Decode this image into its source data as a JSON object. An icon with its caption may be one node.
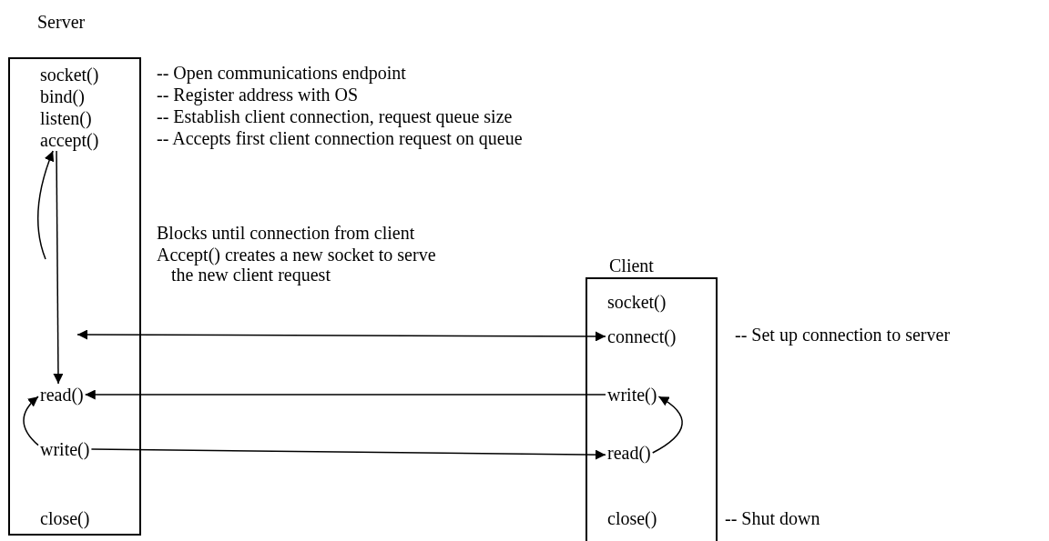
{
  "diagram": {
    "nodes": [
      {
        "text": [
          "Server"
        ]
      },
      {
        "text": [
          "socket()"
        ],
        "in": 0,
        "beside": [
          "-- Open communications endpoint"
        ]
      },
      {
        "text": [
          "bind()"
        ],
        "in": 0,
        "beside": [
          "-- Register address with OS"
        ]
      },
      {
        "text": [
          "listen()"
        ],
        "in": 0,
        "beside": [
          "-- Establish client connection, request queue size"
        ]
      },
      {
        "text": [
          "accept()"
        ],
        "in": 0,
        "beside": [
          "-- Accepts first client connection request on queue"
        ]
      },
      {
        "text": [
          "read()"
        ],
        "in": 0
      },
      {
        "text": [
          "write()"
        ],
        "in": 0
      },
      {
        "text": [
          "close()"
        ],
        "in": 0
      },
      {
        "text": [
          "Client"
        ]
      },
      {
        "text": [
          "socket()"
        ],
        "in": 8
      },
      {
        "text": [
          "connect()"
        ],
        "in": 8,
        "beside": [
          "-- Set up connection to server"
        ]
      },
      {
        "text": [
          "write()"
        ],
        "in": 8
      },
      {
        "text": [
          "read()"
        ],
        "in": 8
      },
      {
        "text": [
          "close()"
        ],
        "in": 8,
        "beside": [
          "-- Shut down"
        ]
      }
    ],
    "edges": [
      {
        "from": 4,
        "to": 5,
        "arrow": "to"
      },
      {
        "from": null,
        "to": 10,
        "arrow": "both"
      },
      {
        "from": 11,
        "to": 5,
        "arrow": "to"
      },
      {
        "from": 6,
        "to": 12,
        "arrow": "to"
      },
      {
        "from": null,
        "to": 4,
        "arrow": "to"
      },
      {
        "from": 6,
        "to": 5,
        "arrow": "to"
      },
      {
        "from": 12,
        "to": 11,
        "arrow": "to"
      }
    ],
    "labels": [
      "Blocks until connection from client",
      "Accept() creates a new socket to serve the new client request"
    ]
  }
}
